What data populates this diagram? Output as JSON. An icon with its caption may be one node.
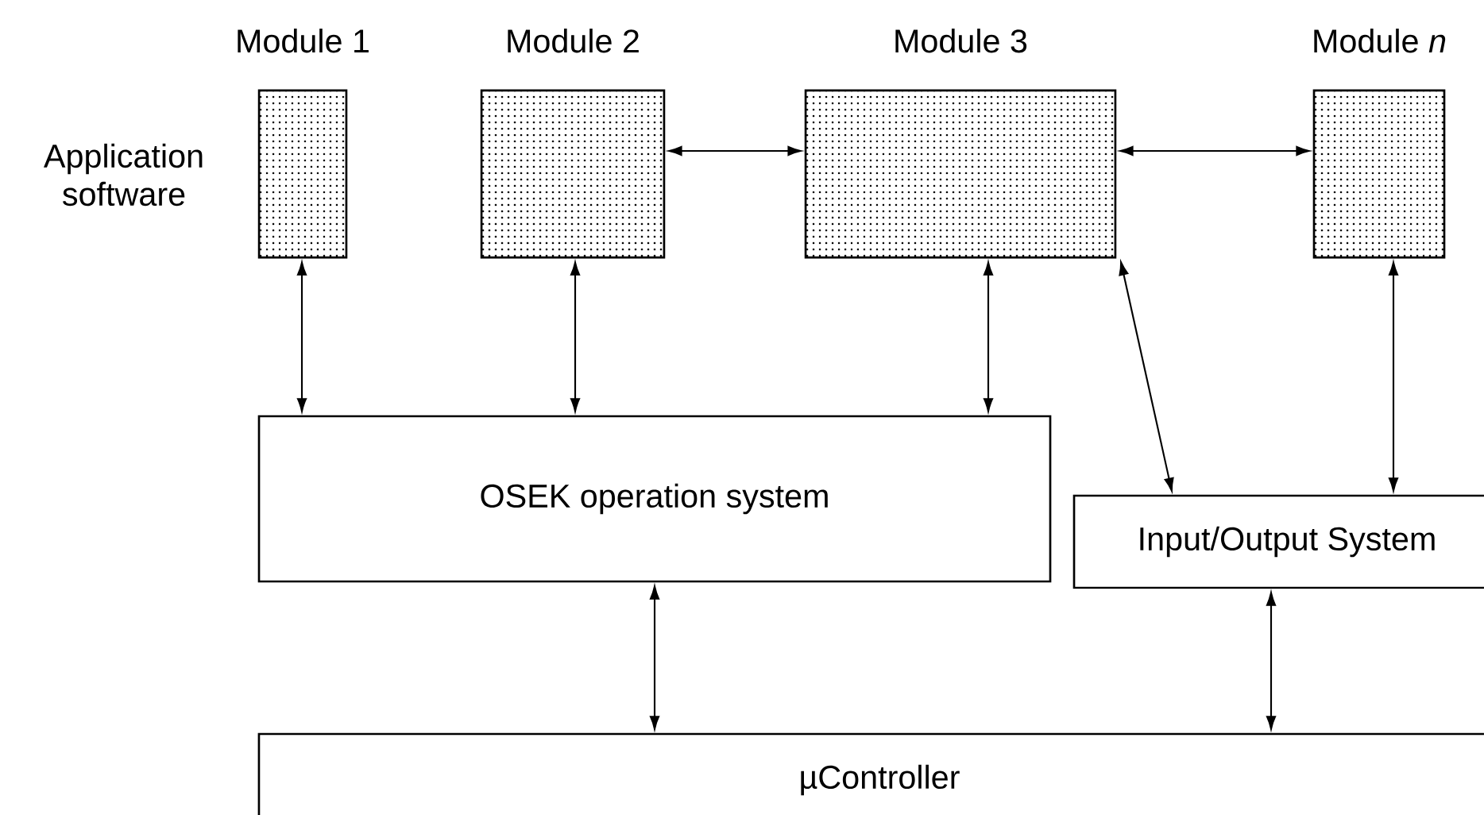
{
  "diagram": {
    "nodes": [
      {
        "text": [
          "Module 1"
        ]
      },
      {
        "text": [
          "Module 2"
        ]
      },
      {
        "text": [
          "Module 3"
        ]
      },
      {
        "text": [
          "Module *n*"
        ]
      },
      {
        "text": [
          "OSEK operation system"
        ]
      },
      {
        "text": [
          "Input/Output System"
        ]
      },
      {
        "text": [
          "µController"
        ]
      }
    ],
    "edges": [
      {
        "from": 0,
        "to": 4,
        "arrow": "both"
      },
      {
        "from": 1,
        "to": 4,
        "arrow": "both"
      },
      {
        "from": 2,
        "to": 4,
        "arrow": "both"
      },
      {
        "from": 2,
        "to": 5,
        "arrow": "both"
      },
      {
        "from": 3,
        "to": 5,
        "arrow": "both"
      },
      {
        "from": 1,
        "to": 2,
        "arrow": "both"
      },
      {
        "from": 2,
        "to": 3,
        "arrow": "both"
      },
      {
        "from": 4,
        "to": 6,
        "arrow": "both"
      },
      {
        "from": 5,
        "to": 6,
        "arrow": "both"
      }
    ],
    "labels": [
      "Application software"
    ]
  }
}
